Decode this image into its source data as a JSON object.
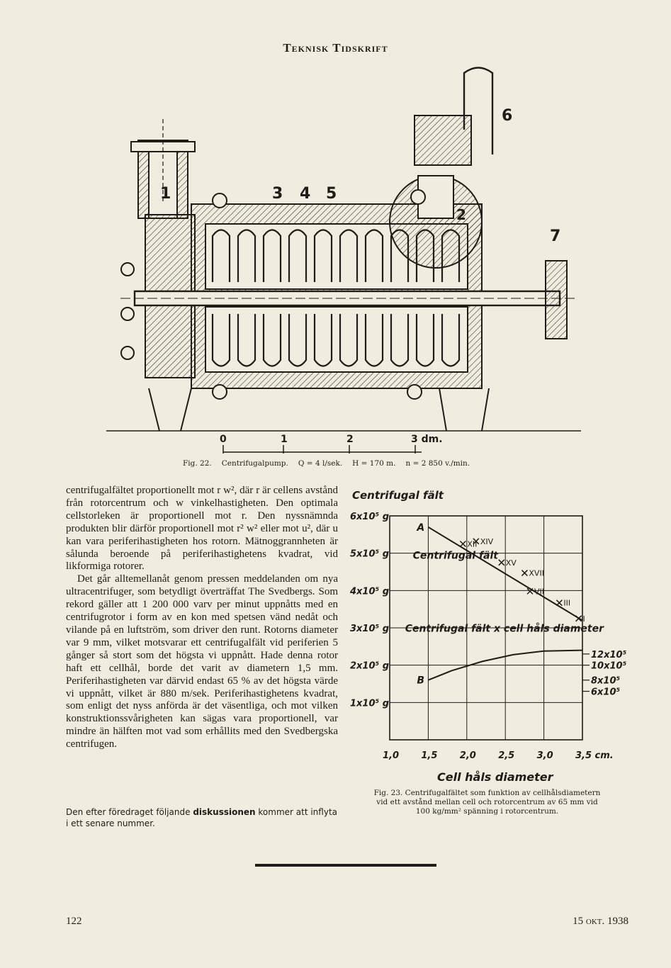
{
  "header": {
    "journal": "Teknisk Tidskrift"
  },
  "fig22": {
    "labels": [
      "1",
      "2",
      "3",
      "4",
      "5",
      "6",
      "7"
    ],
    "scale": [
      "0",
      "1",
      "2",
      "3 dm."
    ],
    "caption": [
      "Fig. 22.",
      "Centrifugalpump.",
      "Q = 4 l/sek.",
      "H = 170 m.",
      "n = 2 850 v./min."
    ]
  },
  "body": {
    "paragraphs": [
      "centrifugalfältet proportionellt mot r w², där r är cellens avstånd från rotorcentrum och w vinkelhastigheten. Den optimala cellstorleken är proportionell mot r. Den nyssnämnda produkten blir därför proportionell mot r² w² eller mot u², där u kan vara periferihastigheten hos rotorn. Mätnoggrannheten är sålunda beroende på periferihastighetens kvadrat, vid likformiga rotorer.",
      "Det går alltemellanåt genom pressen meddelanden om nya ultracentrifuger, som betydligt överträffat The Svedbergs. Som rekord gäller att 1 200 000 varv per minut uppnåtts med en centrifugrotor i form av en kon med spetsen vänd nedåt och vilande på en luftström, som driver den runt. Rotorns diameter var 9 mm, vilket motsvarar ett centrifugalfält vid periferien 5 gånger så stort som det högsta vi uppnått. Hade denna rotor haft ett cellhål, borde det varit av diametern 1,5 mm. Periferihastigheten var därvid endast 65 % av det högsta värde vi uppnått, vilket är 880 m/sek. Periferihastighetens kvadrat, som enligt det nyss anförda är det väsentliga, och mot vilken konstruktionssvårigheten kan sägas vara proportionell, var mindre än hälften mot vad som erhållits med den Svedbergska centrifugen."
    ],
    "note_before": "Den efter föredraget följande ",
    "note_bold": "diskussionen",
    "note_after": " kommer att inflyta i ett senare nummer."
  },
  "chart_data": {
    "type": "line",
    "title": "Centrifugal fält",
    "xlabel": "Cell håls diameter",
    "xlim": [
      1.0,
      3.5
    ],
    "ylim": [
      0,
      6
    ],
    "grid": true,
    "x_ticks": [
      "1,0",
      "1,5",
      "2,0",
      "2,5",
      "3,0",
      "3,5 cm."
    ],
    "y_ticks_left": [
      "1x10⁵ g",
      "2x10⁵ g",
      "3x10⁵ g",
      "4x10⁵ g",
      "5x10⁵ g",
      "6x10⁵ g"
    ],
    "y_ticks_right": [
      "6x10⁵",
      "8x10⁵",
      "10x10⁵",
      "12x10⁵"
    ],
    "series": [
      {
        "name": "Centrifugal fält",
        "endpoint_label": "A",
        "x": [
          1.5,
          3.5
        ],
        "y": [
          5.7,
          3.2
        ]
      },
      {
        "name": "Centrifugal fält x cell håls diameter",
        "endpoint_label": "B",
        "x": [
          1.5,
          1.8,
          2.2,
          2.6,
          3.0,
          3.5
        ],
        "y": [
          1.6,
          1.85,
          2.1,
          2.28,
          2.38,
          2.4
        ]
      }
    ],
    "points": [
      {
        "label": "XII",
        "x": 1.95,
        "y": 5.25
      },
      {
        "label": "XIV",
        "x": 2.12,
        "y": 5.32
      },
      {
        "label": "XV",
        "x": 2.45,
        "y": 4.75
      },
      {
        "label": "XVII",
        "x": 2.75,
        "y": 4.47
      },
      {
        "label": "VII",
        "x": 2.82,
        "y": 3.98
      },
      {
        "label": "III",
        "x": 3.2,
        "y": 3.67
      },
      {
        "label": "I",
        "x": 3.45,
        "y": 3.25
      }
    ]
  },
  "fig23": {
    "caption": "Fig. 23. Centrifugalfältet som funktion av cellhålsdiametern vid ett avstånd mellan cell och rotorcentrum av 65 mm vid 100 kg/mm² spänning i rotorcentrum."
  },
  "footer": {
    "page_number": "122",
    "date": "15 okt. 1938"
  }
}
